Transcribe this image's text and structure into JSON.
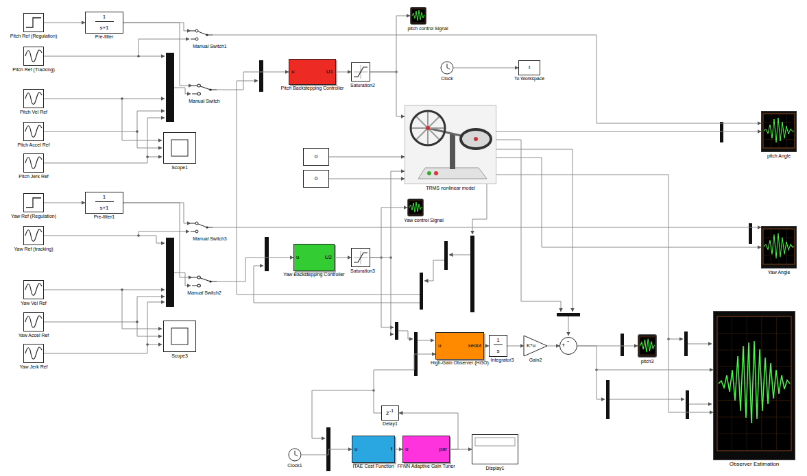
{
  "diagram": {
    "nodes": [
      {
        "text": [
          "Pitch Ref (Regulation)"
        ]
      },
      {
        "text": [
          "1",
          "s+1",
          "Pre-filter"
        ]
      },
      {
        "text": [
          "pitch control Signal"
        ]
      },
      {
        "text": [
          "Manual Switch1"
        ]
      },
      {
        "text": [
          "Pitch Ref (Tracking)"
        ]
      },
      {
        "text": [
          "u",
          "U1",
          "Pitch Backstepping Controller"
        ]
      },
      {
        "text": [
          "Saturation2"
        ]
      },
      {
        "text": [
          "Clock"
        ]
      },
      {
        "text": [
          "t",
          "To Workspace"
        ]
      },
      {
        "text": [
          "Manual Switch"
        ]
      },
      {
        "text": [
          "Pitch Vel Ref"
        ]
      },
      {
        "text": [
          "Pitch Accel Ref"
        ]
      },
      {
        "text": [
          "TRMS nonlinear model"
        ]
      },
      {
        "text": [
          "pitch Angle"
        ]
      },
      {
        "text": [
          "Scope1"
        ]
      },
      {
        "text": [
          "Pitch Jerk Ref"
        ]
      },
      {
        "text": [
          "0"
        ]
      },
      {
        "text": [
          "0"
        ]
      },
      {
        "text": [
          "Yaw Ref (Regulation)"
        ]
      },
      {
        "text": [
          "1",
          "s+1",
          "Pre-filter1"
        ]
      },
      {
        "text": [
          "Yaw control Signal"
        ]
      },
      {
        "text": [
          "Manual Switch3"
        ]
      },
      {
        "text": [
          "Yaw Ref (tracking)"
        ]
      },
      {
        "text": [
          "u",
          "U2",
          "Yaw Backstepping Controller"
        ]
      },
      {
        "text": [
          "Saturation3"
        ]
      },
      {
        "text": [
          "Yaw Angle"
        ]
      },
      {
        "text": [
          "Manual Switch2"
        ]
      },
      {
        "text": [
          "Yaw Vel Ref"
        ]
      },
      {
        "text": [
          "Yaw Accel Ref"
        ]
      },
      {
        "text": [
          "Observer Estimation"
        ]
      },
      {
        "text": [
          "u",
          "xedot",
          "High-Gain Observer (HGO)"
        ]
      },
      {
        "text": [
          "1",
          "s",
          "Integrator3"
        ]
      },
      {
        "text": [
          "K*u",
          "Gain2"
        ]
      },
      {
        "text": [
          "+",
          "-"
        ]
      },
      {
        "text": [
          "pitch3"
        ]
      },
      {
        "text": [
          "Yaw Jerk Ref"
        ]
      },
      {
        "text": [
          "Scope3"
        ]
      },
      {
        "text": [
          "z",
          "-1",
          "Delay1"
        ]
      },
      {
        "text": [
          "Clock1"
        ]
      },
      {
        "text": [
          "u",
          "f",
          "ITAE Cost Function"
        ]
      },
      {
        "text": [
          "u",
          "par",
          "FFNN Adaptive Gain Tuner"
        ]
      },
      {
        "text": [
          "Display1"
        ]
      }
    ],
    "edges": [
      {
        "from": 0,
        "to": 1,
        "arrow": "to"
      },
      {
        "from": 1,
        "to": 3,
        "arrow": "to"
      },
      {
        "from": 1,
        "to": 9,
        "arrow": "to"
      },
      {
        "from": 9,
        "to": 5,
        "arrow": "to"
      },
      {
        "from": 5,
        "to": 6,
        "arrow": "to"
      },
      {
        "from": 6,
        "to": 2,
        "arrow": "to"
      },
      {
        "from": 6,
        "to": 12,
        "arrow": "to"
      },
      {
        "from": 7,
        "to": 8,
        "arrow": "to"
      },
      {
        "from": 3,
        "to": 13,
        "arrow": "to"
      },
      {
        "from": 12,
        "to": 13,
        "arrow": "to"
      },
      {
        "from": 12,
        "to": 25,
        "arrow": "to"
      },
      {
        "from": 21,
        "to": 25,
        "arrow": "to"
      },
      {
        "from": 12,
        "to": 29,
        "arrow": "to"
      },
      {
        "from": 18,
        "to": 19,
        "arrow": "to"
      },
      {
        "from": 19,
        "to": 21,
        "arrow": "to"
      },
      {
        "from": 19,
        "to": 26,
        "arrow": "to"
      },
      {
        "from": 26,
        "to": 23,
        "arrow": "to"
      },
      {
        "from": 23,
        "to": 24,
        "arrow": "to"
      },
      {
        "from": 24,
        "to": 20,
        "arrow": "to"
      },
      {
        "from": 24,
        "to": 12,
        "arrow": "to"
      },
      {
        "from": 16,
        "to": 12,
        "arrow": "to"
      },
      {
        "from": 17,
        "to": 12,
        "arrow": "to"
      },
      {
        "from": 30,
        "to": 31,
        "arrow": "to"
      },
      {
        "from": 31,
        "to": 32,
        "arrow": "to"
      },
      {
        "from": 32,
        "to": 33,
        "arrow": "to"
      },
      {
        "from": 33,
        "to": 34,
        "arrow": "to"
      },
      {
        "from": 33,
        "to": 29,
        "arrow": "to"
      },
      {
        "from": 39,
        "to": 40,
        "arrow": "to"
      },
      {
        "from": 40,
        "to": 41,
        "arrow": "to"
      },
      {
        "from": 40,
        "to": 37,
        "arrow": "to"
      },
      {
        "from": 37,
        "to": 30,
        "arrow": "to"
      },
      {
        "from": 38,
        "to": 39,
        "arrow": "to"
      }
    ]
  }
}
